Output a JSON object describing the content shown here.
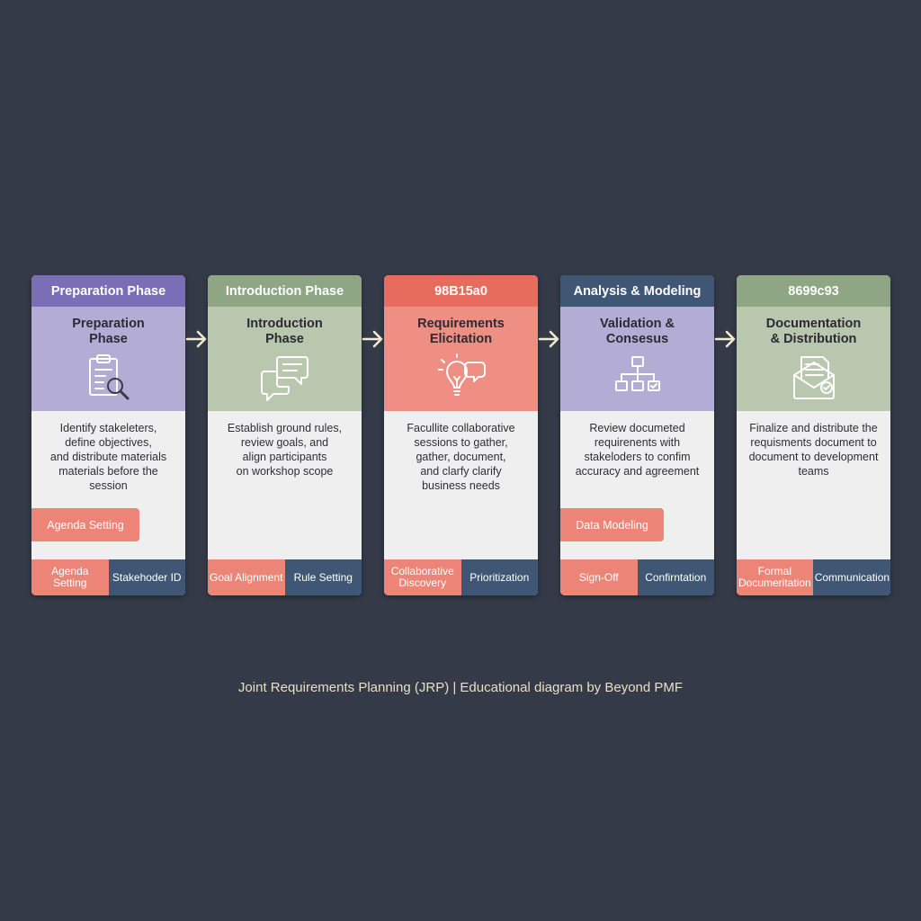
{
  "colors": {
    "background": "#343a47",
    "purple_header": "#7a6fb6",
    "purple_body": "#b3add6",
    "green_header": "#8ea684",
    "green_body": "#b8c7ad",
    "red_header": "#e76c5e",
    "red_body": "#ef8f84",
    "navy": "#3f5775",
    "coral": "#ec8577",
    "arrow": "#f3ecd4",
    "caption": "#e9dfc4"
  },
  "cards": [
    {
      "header": "Preparation Phase",
      "title": "Preparation\nPhase",
      "icon": "clipboard-search-icon",
      "description": "Identify stakeleters,\ndefine objectives,\nand distribute materials\nmaterials before the\nsession",
      "chip": "Agenda Setting",
      "tags": [
        "Agenda Setting",
        "Stakehoder ID"
      ]
    },
    {
      "header": "Introduction Phase",
      "title": "Introduction\nPhase",
      "icon": "chat-bubbles-icon",
      "description": "Establish ground rules,\nreview goals, and\nalign participants\non workshop scope",
      "chip": "",
      "tags": [
        "Goal Alignment",
        "Rule Setting"
      ]
    },
    {
      "header": "98B15a0",
      "title": "Requirements\nElicitation",
      "icon": "lightbulb-chat-icon",
      "description": "Facullite collaborative\nsessions to gather,\ngather, document,\nand clarfy clarify\nbusiness needs",
      "chip": "",
      "tags": [
        "Collaborative\nDiscovery",
        "Prioritization"
      ]
    },
    {
      "header": "Analysis & Modeling",
      "title": "Validation &\nConsesus",
      "icon": "org-chart-icon",
      "description": "Review documeted\nrequirenents with\nstakeloders to confim\naccuracy and agreement",
      "chip": "Data Modeling",
      "tags": [
        "Sign-Off",
        "Confirntation"
      ]
    },
    {
      "header": "8699c93",
      "title": "Documentation\n& Distribution",
      "icon": "document-envelope-icon",
      "description": "Finalize and distribute the\nrequisments document to\ndocument to development\nteams",
      "chip": "",
      "tags": [
        "Formal\nDocumeritation",
        "Communication"
      ]
    }
  ],
  "caption": "Joint Requirements Planning (JRP) | Educational diagram by Beyond PMF"
}
